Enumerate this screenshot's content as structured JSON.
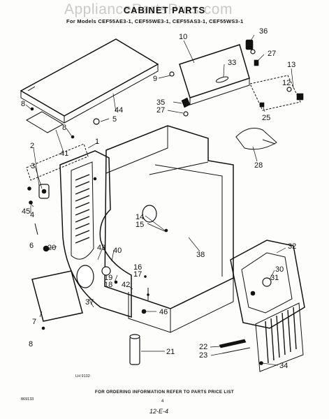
{
  "header": {
    "watermark": "AppliancePartsPros.com",
    "title": "CABINET PARTS",
    "models": "For Models CEF55AE3-1, CEF55WE3-1, CEF55AS3-1, CEF55WS3-1"
  },
  "diagram": {
    "callouts": [
      "36",
      "10",
      "27",
      "33",
      "13",
      "12",
      "9",
      "25",
      "35",
      "27",
      "44",
      "8",
      "5",
      "8",
      "1",
      "28",
      "2",
      "41",
      "3",
      "4",
      "45",
      "14",
      "15",
      "38",
      "32",
      "6",
      "43",
      "40",
      "20",
      "30",
      "31",
      "16",
      "17",
      "19",
      "18",
      "42",
      "7",
      "37",
      "8",
      "46",
      "21",
      "22",
      "23",
      "34"
    ]
  },
  "footer": {
    "part_code": "LH 9132",
    "doc_code": "869133",
    "ordering_note": "FOR ORDERING INFORMATION REFER TO PARTS PRICE LIST",
    "page": "4",
    "sheet": "12-E-4"
  }
}
